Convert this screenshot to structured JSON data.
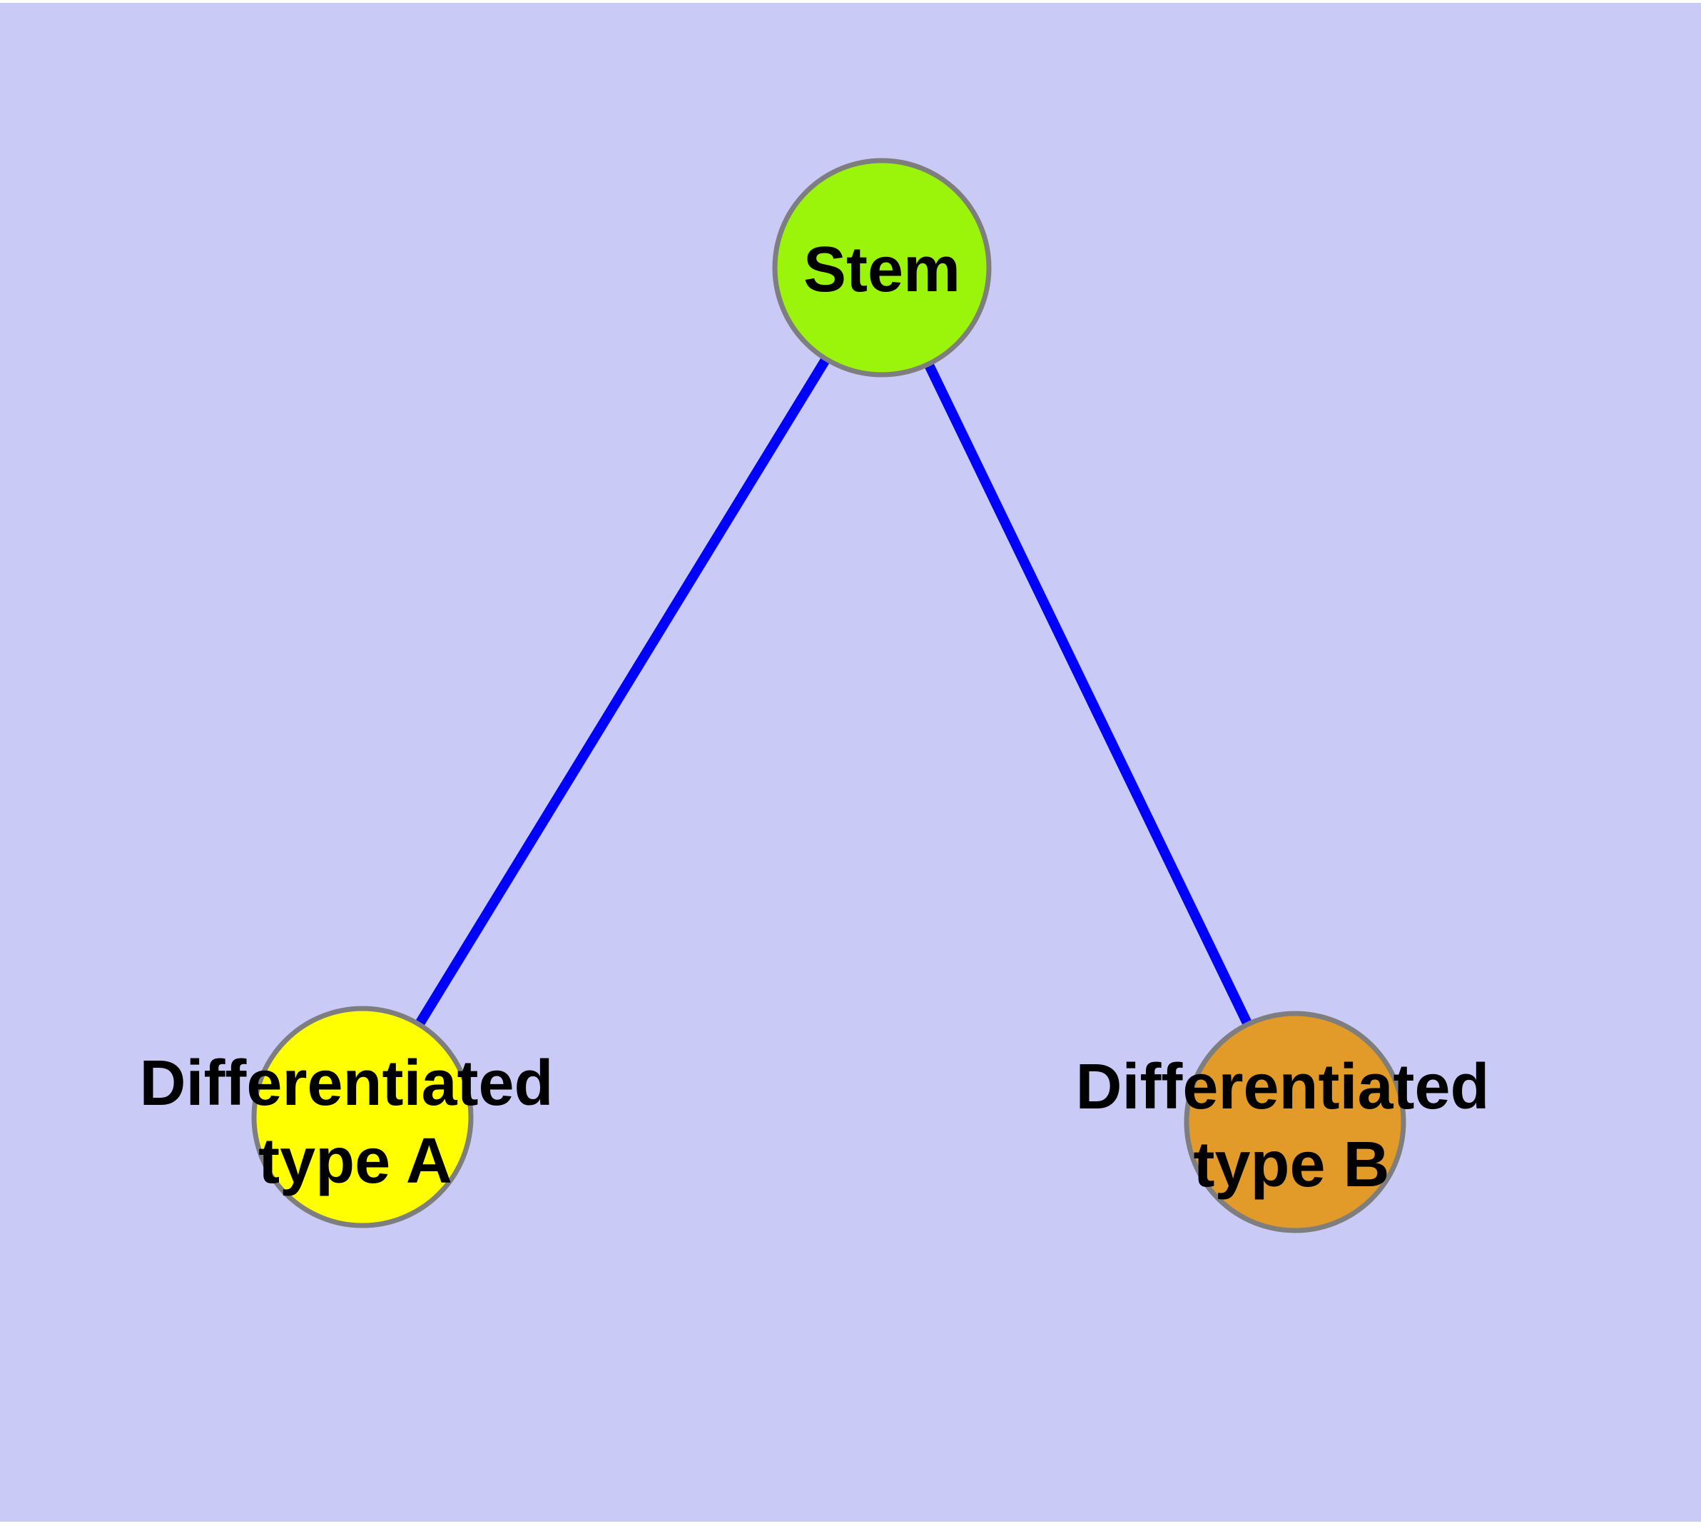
{
  "diagram": {
    "background_color": "#CACAF6",
    "edge_color": "#0000FF",
    "node_border_color": "#7E7E7E",
    "label_color": "#000000",
    "nodes": {
      "stem": {
        "label": "Stem",
        "fill_color": "#9BF50A"
      },
      "type_a": {
        "label_line1": "Differentiated",
        "label_line2": "type A",
        "fill_color": "#FFFF00"
      },
      "type_b": {
        "label_line1": "Differentiated",
        "label_line2": "type B",
        "fill_color": "#E29A28"
      }
    },
    "edges": [
      {
        "from": "Stem",
        "to": "Differentiated type A"
      },
      {
        "from": "Stem",
        "to": "Differentiated type B"
      }
    ]
  }
}
